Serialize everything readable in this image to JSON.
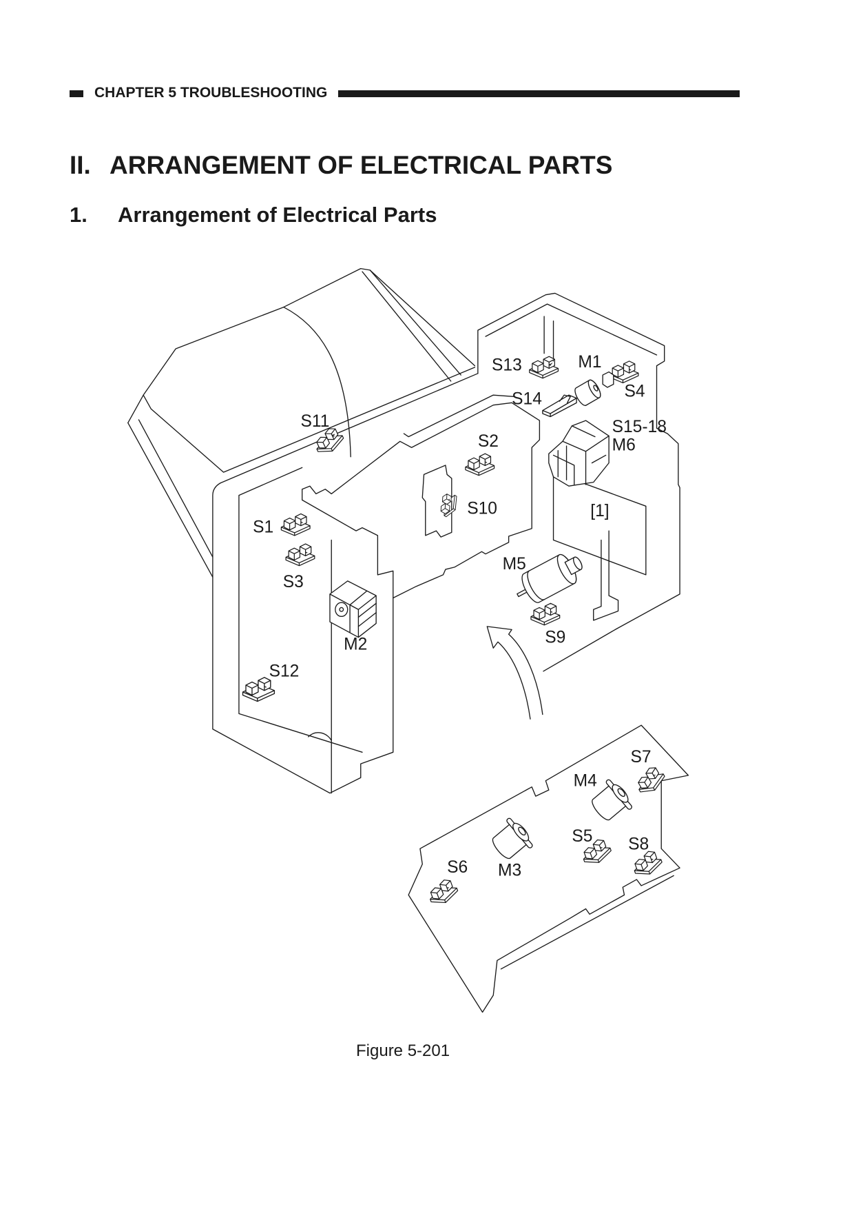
{
  "header": {
    "chapter": "CHAPTER 5 TROUBLESHOOTING"
  },
  "section": {
    "number": "II.",
    "title": "ARRANGEMENT OF ELECTRICAL PARTS"
  },
  "subsection": {
    "number": "1.",
    "title": "Arrangement of Electrical Parts"
  },
  "figure": {
    "caption": "Figure 5-201",
    "labels": {
      "s13": "S13",
      "m1": "M1",
      "s4": "S4",
      "s14": "S14",
      "s15_18": "S15-18",
      "m6": "M6",
      "s11": "S11",
      "s2": "S2",
      "s10": "S10",
      "pcb": "[1]",
      "s1": "S1",
      "s3": "S3",
      "m5": "M5",
      "m2": "M2",
      "s9": "S9",
      "s12": "S12",
      "s7": "S7",
      "m4": "M4",
      "s5": "S5",
      "s8": "S8",
      "s6": "S6",
      "m3": "M3"
    }
  }
}
